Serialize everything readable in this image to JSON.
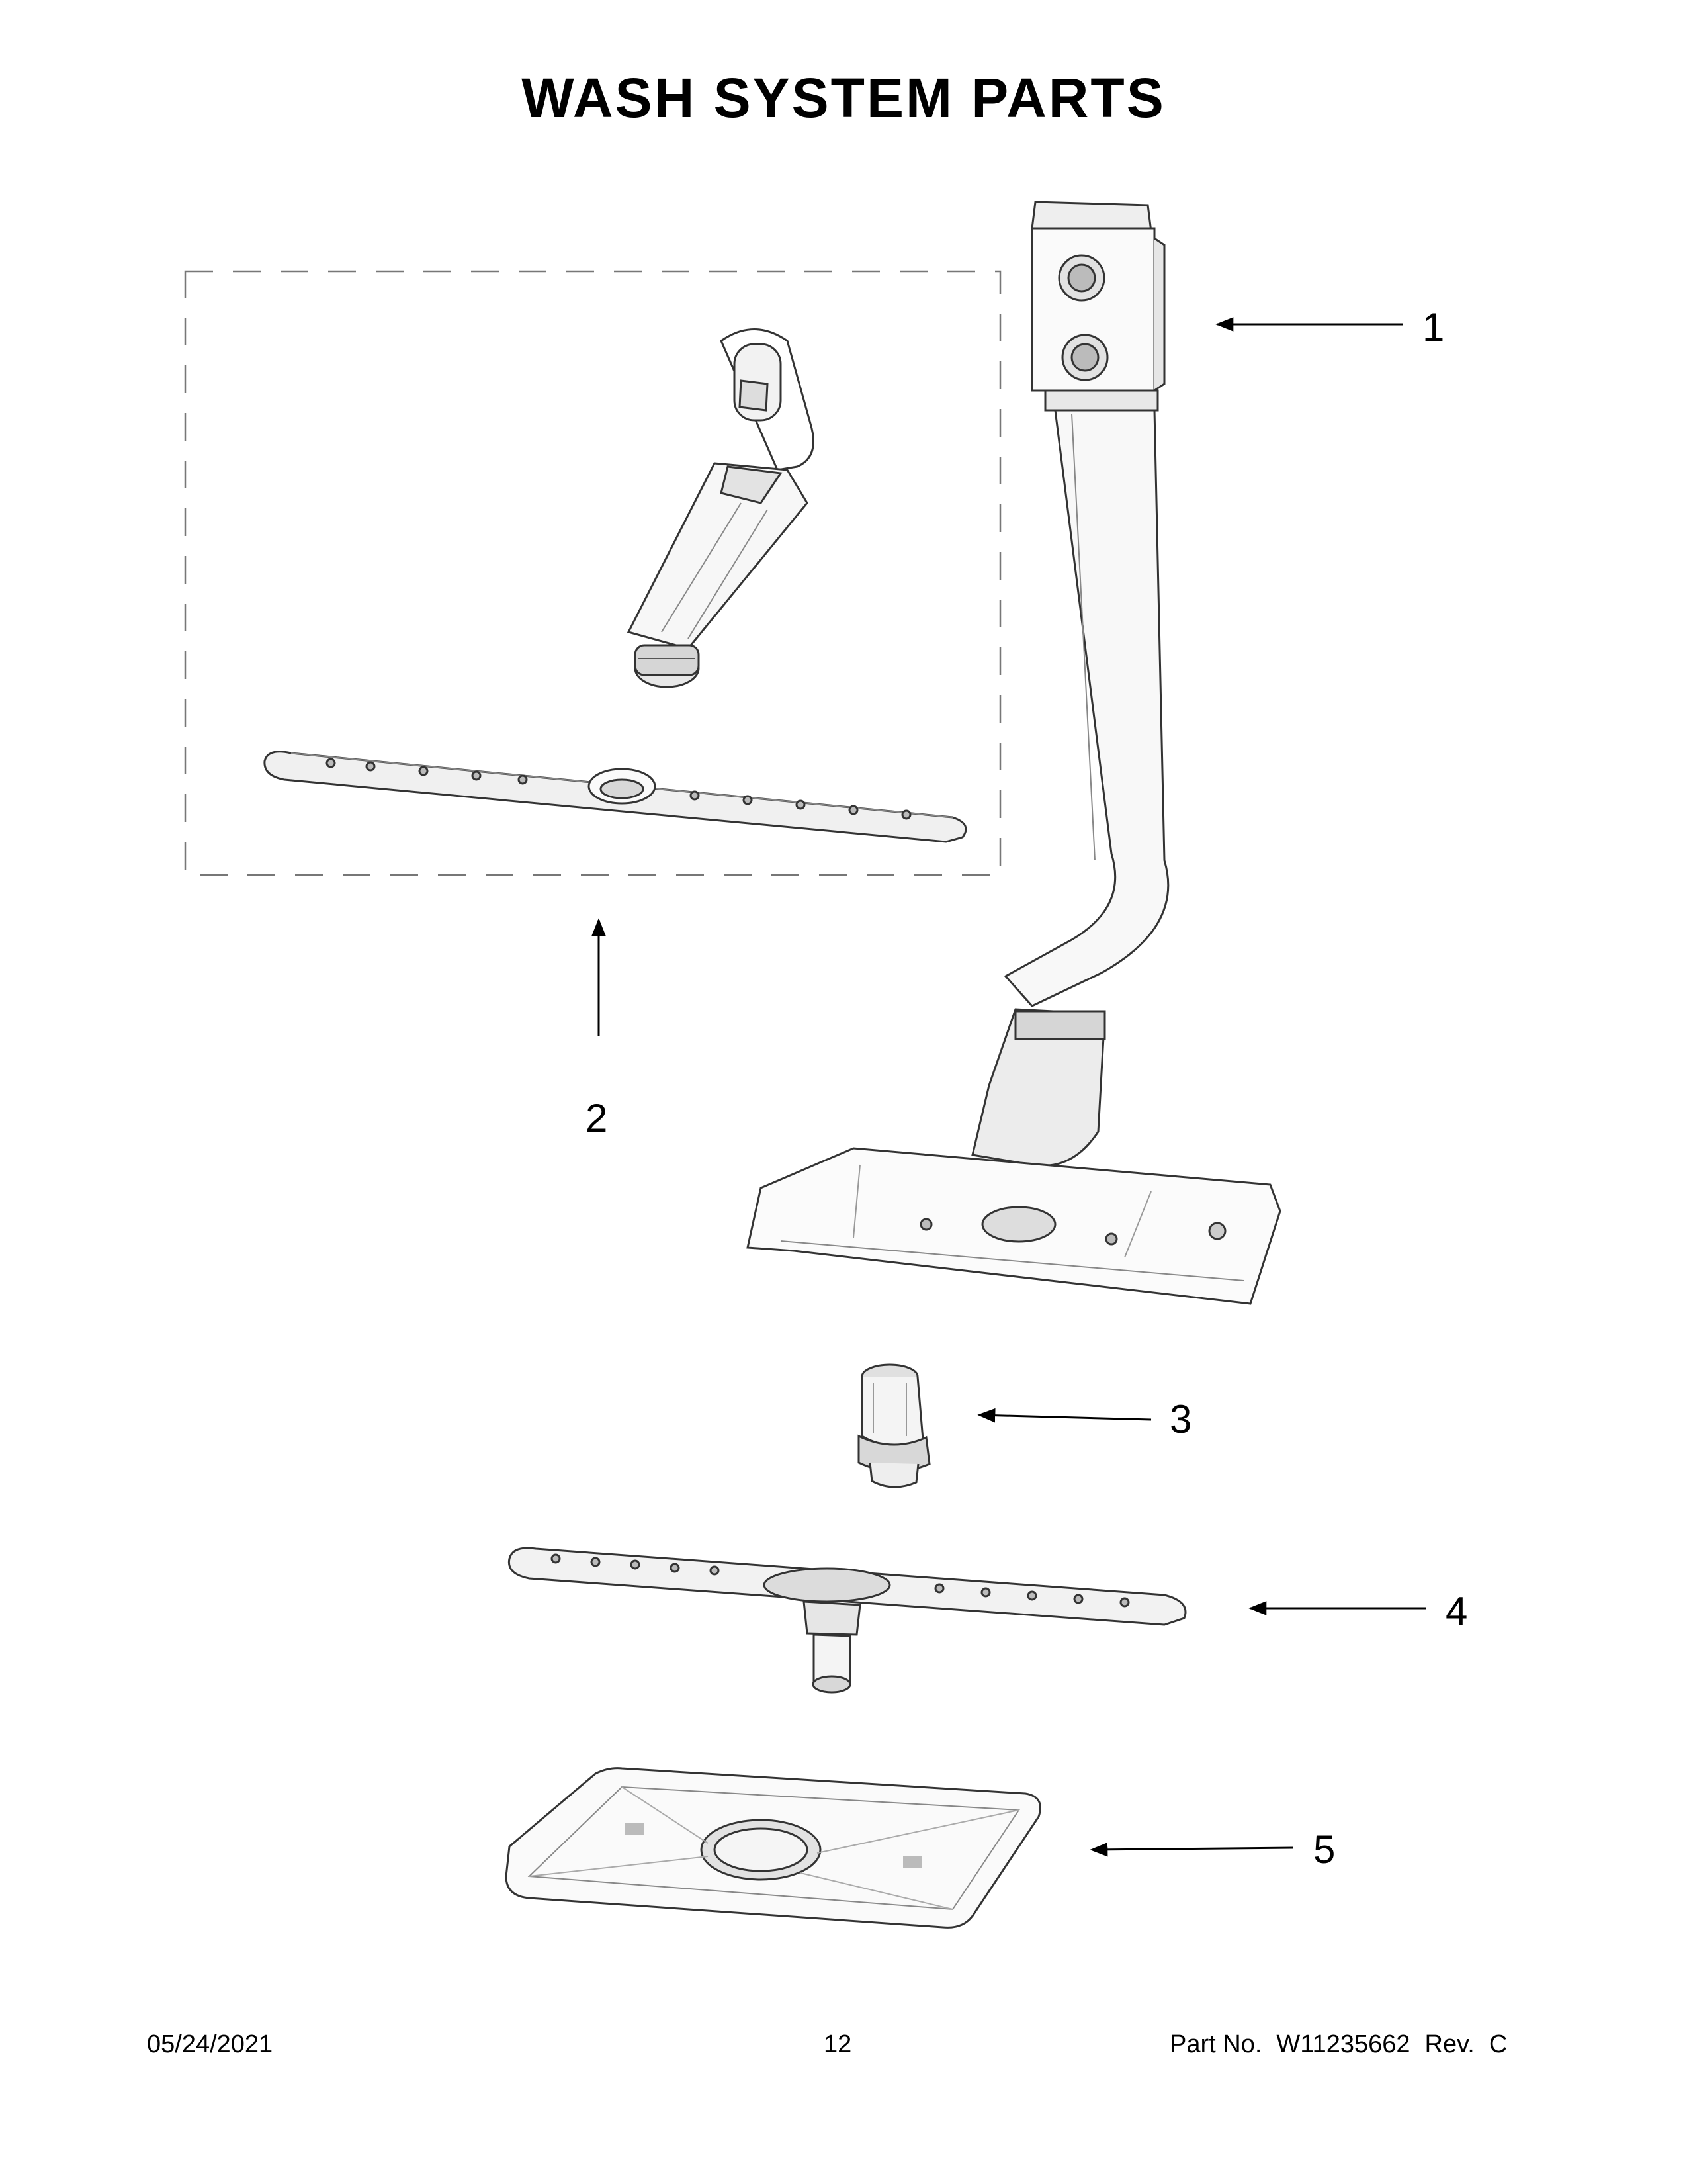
{
  "title": "WASH SYSTEM PARTS",
  "callouts": [
    {
      "number": "1",
      "part": "upper-spray-manifold"
    },
    {
      "number": "2",
      "part": "upper-spray-arm-assembly"
    },
    {
      "number": "3",
      "part": "spray-arm-bearing"
    },
    {
      "number": "4",
      "part": "lower-spray-arm"
    },
    {
      "number": "5",
      "part": "spray-arm-bracket"
    }
  ],
  "footer": {
    "date": "05/24/2021",
    "page": "12",
    "part_label": "Part No.",
    "part_number": "W11235662",
    "rev_label": "Rev.",
    "rev": "C"
  }
}
